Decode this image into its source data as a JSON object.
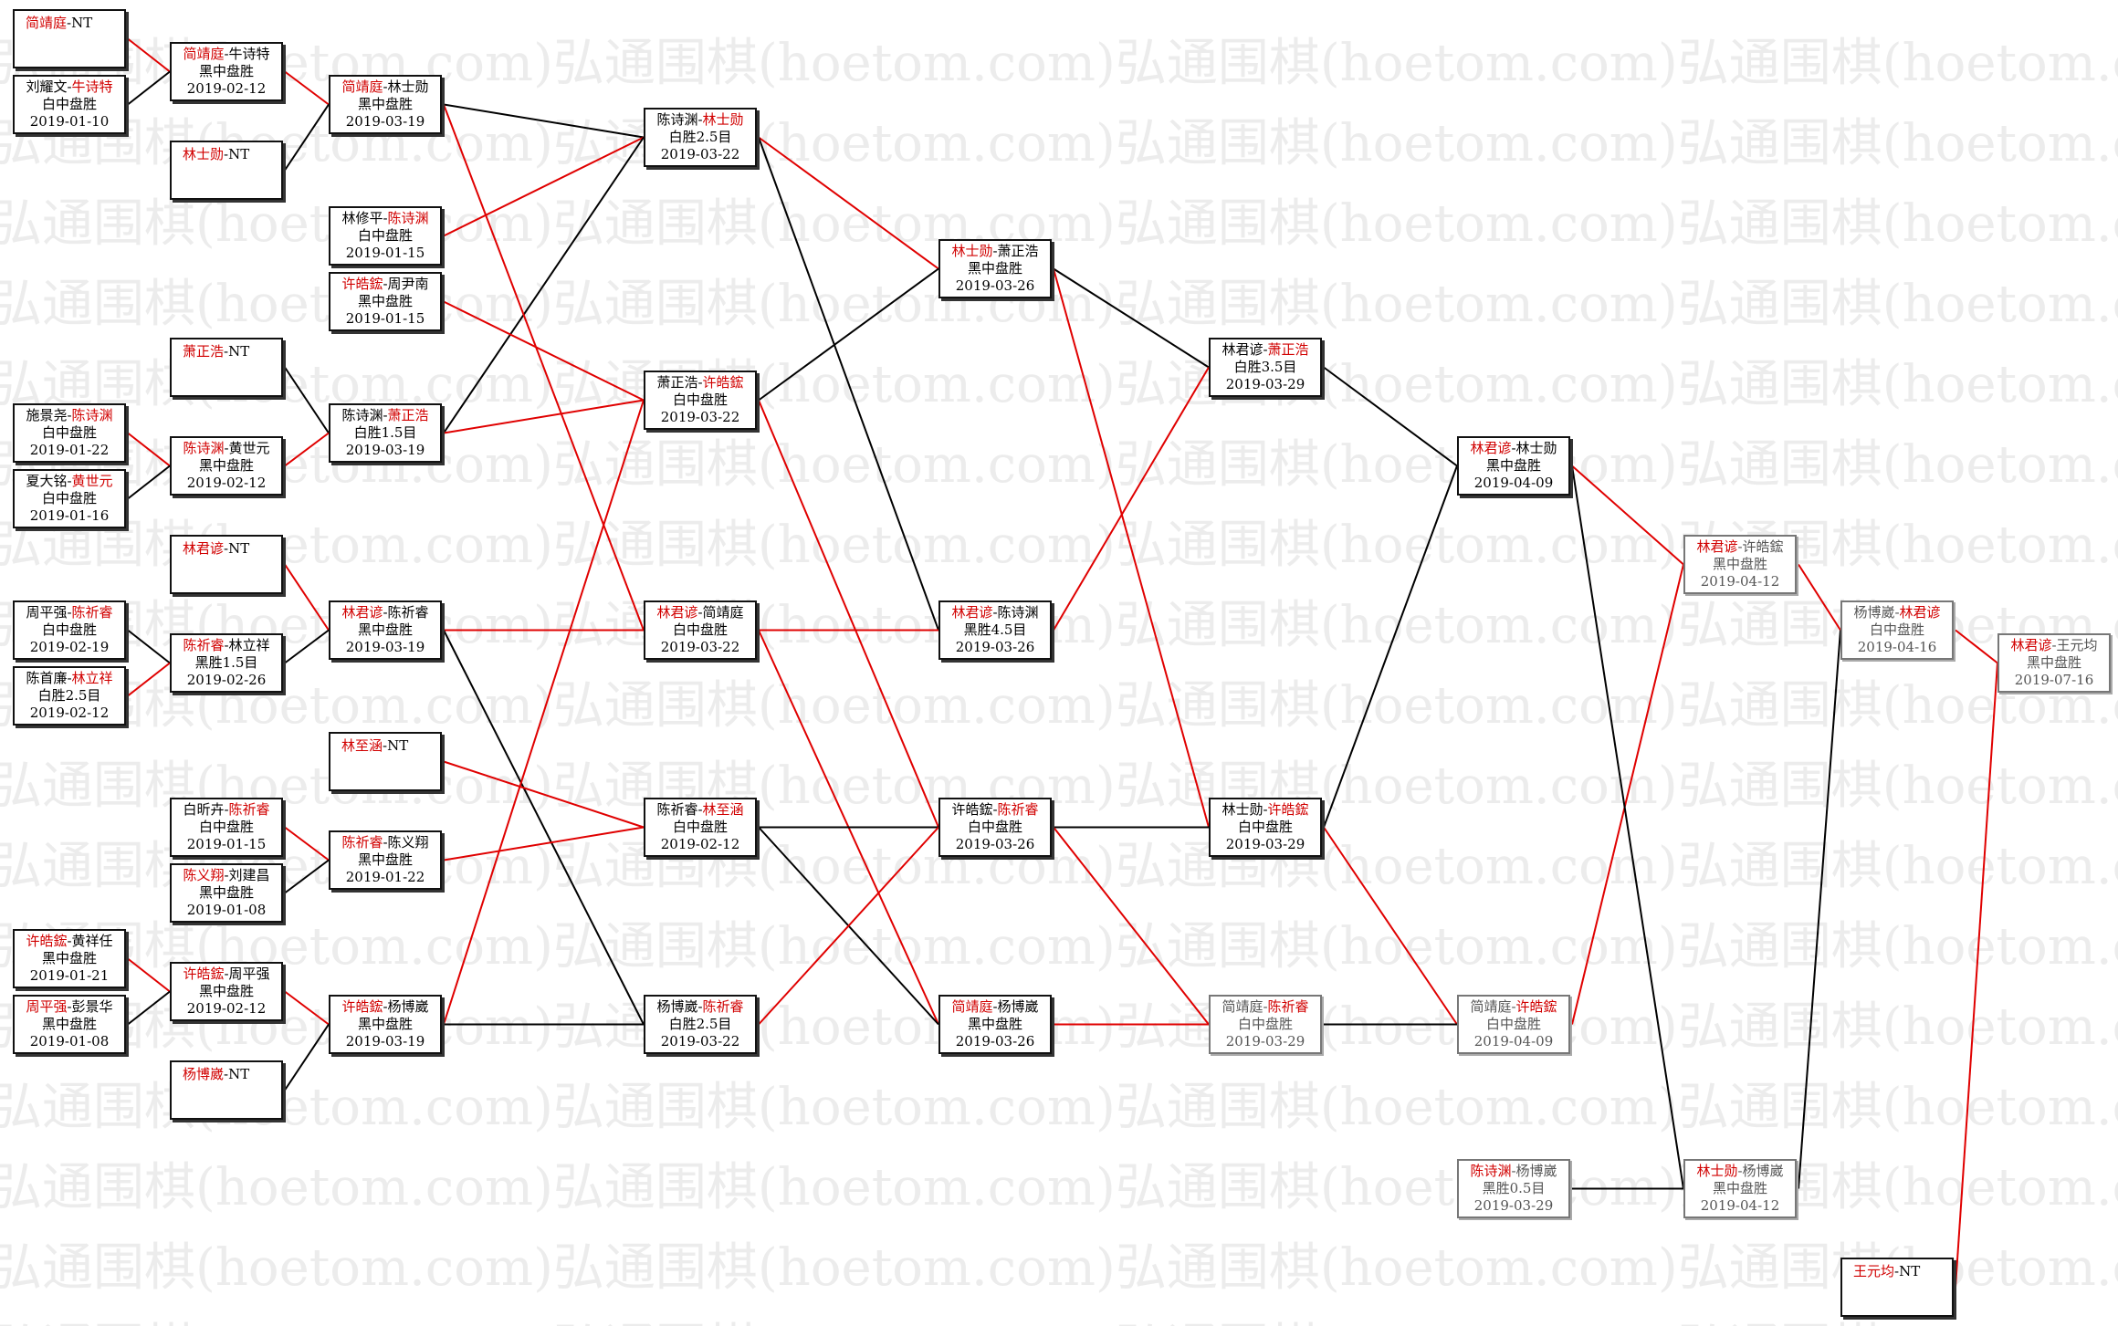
{
  "watermark": "弘通围棋(hoetom.com)",
  "colors": {
    "winner": "#d10000",
    "win_line": "#e00000",
    "lose_line": "#000000"
  },
  "nodes": [
    {
      "id": "a1",
      "p1": "简靖庭",
      "p2": "NT",
      "w": 1
    },
    {
      "id": "a2",
      "p1": "刘耀文",
      "p2": "牛诗特",
      "w": 2,
      "res": "白中盘胜",
      "date": "2019-01-10"
    },
    {
      "id": "a3",
      "p1": "施景尧",
      "p2": "陈诗渊",
      "w": 2,
      "res": "白中盘胜",
      "date": "2019-01-22"
    },
    {
      "id": "a4",
      "p1": "夏大铭",
      "p2": "黄世元",
      "w": 2,
      "res": "白中盘胜",
      "date": "2019-01-16"
    },
    {
      "id": "a5",
      "p1": "周平强",
      "p2": "陈祈睿",
      "w": 2,
      "res": "白中盘胜",
      "date": "2019-02-19"
    },
    {
      "id": "a6",
      "p1": "陈首廉",
      "p2": "林立祥",
      "w": 2,
      "res": "白胜2.5目",
      "date": "2019-02-12"
    },
    {
      "id": "a7",
      "p1": "许皓鋐",
      "p2": "黄祥任",
      "w": 1,
      "res": "黑中盘胜",
      "date": "2019-01-21"
    },
    {
      "id": "a8",
      "p1": "周平强",
      "p2": "彭景华",
      "w": 1,
      "res": "黑中盘胜",
      "date": "2019-01-08"
    },
    {
      "id": "b1",
      "p1": "简靖庭",
      "p2": "牛诗特",
      "w": 1,
      "res": "黑中盘胜",
      "date": "2019-02-12"
    },
    {
      "id": "b2",
      "p1": "林士勋",
      "p2": "NT",
      "w": 1
    },
    {
      "id": "b3",
      "p1": "萧正浩",
      "p2": "NT",
      "w": 1
    },
    {
      "id": "b4",
      "p1": "陈诗渊",
      "p2": "黄世元",
      "w": 1,
      "res": "黑中盘胜",
      "date": "2019-02-12"
    },
    {
      "id": "b5",
      "p1": "林君谚",
      "p2": "NT",
      "w": 1
    },
    {
      "id": "b6",
      "p1": "陈祈睿",
      "p2": "林立祥",
      "w": 1,
      "res": "黑胜1.5目",
      "date": "2019-02-26"
    },
    {
      "id": "b7",
      "p1": "白昕卉",
      "p2": "陈祈睿",
      "w": 2,
      "res": "白中盘胜",
      "date": "2019-01-15"
    },
    {
      "id": "b8",
      "p1": "陈义翔",
      "p2": "刘建昌",
      "w": 1,
      "res": "黑中盘胜",
      "date": "2019-01-08"
    },
    {
      "id": "b9",
      "p1": "许皓鋐",
      "p2": "周平强",
      "w": 1,
      "res": "黑中盘胜",
      "date": "2019-02-12"
    },
    {
      "id": "b10",
      "p1": "杨博崴",
      "p2": "NT",
      "w": 1
    },
    {
      "id": "c1",
      "p1": "简靖庭",
      "p2": "林士勋",
      "w": 1,
      "res": "黑中盘胜",
      "date": "2019-03-19"
    },
    {
      "id": "c2",
      "p1": "林修平",
      "p2": "陈诗渊",
      "w": 2,
      "res": "白中盘胜",
      "date": "2019-01-15"
    },
    {
      "id": "c3",
      "p1": "许皓鋐",
      "p2": "周尹南",
      "w": 1,
      "res": "黑中盘胜",
      "date": "2019-01-15"
    },
    {
      "id": "c4",
      "p1": "陈诗渊",
      "p2": "萧正浩",
      "w": 2,
      "res": "白胜1.5目",
      "date": "2019-03-19"
    },
    {
      "id": "c5",
      "p1": "林君谚",
      "p2": "陈祈睿",
      "w": 1,
      "res": "黑中盘胜",
      "date": "2019-03-19"
    },
    {
      "id": "c6",
      "p1": "林至涵",
      "p2": "NT",
      "w": 1
    },
    {
      "id": "c7",
      "p1": "陈祈睿",
      "p2": "陈义翔",
      "w": 1,
      "res": "黑中盘胜",
      "date": "2019-01-22"
    },
    {
      "id": "c8",
      "p1": "许皓鋐",
      "p2": "杨博崴",
      "w": 1,
      "res": "黑中盘胜",
      "date": "2019-03-19"
    },
    {
      "id": "d1",
      "p1": "陈诗渊",
      "p2": "林士勋",
      "w": 2,
      "res": "白胜2.5目",
      "date": "2019-03-22"
    },
    {
      "id": "d2",
      "p1": "萧正浩",
      "p2": "许皓鋐",
      "w": 2,
      "res": "白中盘胜",
      "date": "2019-03-22"
    },
    {
      "id": "d3",
      "p1": "林君谚",
      "p2": "简靖庭",
      "w": 1,
      "res": "白中盘胜",
      "date": "2019-03-22"
    },
    {
      "id": "d4",
      "p1": "陈祈睿",
      "p2": "林至涵",
      "w": 2,
      "res": "白中盘胜",
      "date": "2019-02-12"
    },
    {
      "id": "d5",
      "p1": "杨博崴",
      "p2": "陈祈睿",
      "w": 2,
      "res": "白胜2.5目",
      "date": "2019-03-22"
    },
    {
      "id": "e1",
      "p1": "林士勋",
      "p2": "萧正浩",
      "w": 1,
      "res": "黑中盘胜",
      "date": "2019-03-26"
    },
    {
      "id": "e2",
      "p1": "林君谚",
      "p2": "陈诗渊",
      "w": 1,
      "res": "黑胜4.5目",
      "date": "2019-03-26"
    },
    {
      "id": "e3",
      "p1": "许皓鋐",
      "p2": "陈祈睿",
      "w": 2,
      "res": "白中盘胜",
      "date": "2019-03-26"
    },
    {
      "id": "e4",
      "p1": "简靖庭",
      "p2": "杨博崴",
      "w": 1,
      "res": "黑中盘胜",
      "date": "2019-03-26"
    },
    {
      "id": "f1",
      "p1": "林君谚",
      "p2": "萧正浩",
      "w": 2,
      "res": "白胜3.5目",
      "date": "2019-03-29"
    },
    {
      "id": "f2",
      "p1": "林士勋",
      "p2": "许皓鋐",
      "w": 2,
      "res": "白中盘胜",
      "date": "2019-03-29"
    },
    {
      "id": "f3",
      "p1": "简靖庭",
      "p2": "陈祈睿",
      "w": 2,
      "res": "白中盘胜",
      "date": "2019-03-29",
      "gray": true
    },
    {
      "id": "g1",
      "p1": "林君谚",
      "p2": "林士勋",
      "w": 1,
      "res": "黑中盘胜",
      "date": "2019-04-09"
    },
    {
      "id": "g2",
      "p1": "简靖庭",
      "p2": "许皓鋐",
      "w": 2,
      "res": "白中盘胜",
      "date": "2019-04-09",
      "gray": true
    },
    {
      "id": "g3",
      "p1": "陈诗渊",
      "p2": "杨博崴",
      "w": 1,
      "res": "黑胜0.5目",
      "date": "2019-03-29",
      "gray": true
    },
    {
      "id": "h1",
      "p1": "林君谚",
      "p2": "许皓鋐",
      "w": 1,
      "res": "黑中盘胜",
      "date": "2019-04-12",
      "gray": true
    },
    {
      "id": "h2",
      "p1": "林士勋",
      "p2": "杨博崴",
      "w": 1,
      "res": "黑中盘胜",
      "date": "2019-04-12",
      "gray": true
    },
    {
      "id": "i1",
      "p1": "杨博崴",
      "p2": "林君谚",
      "w": 2,
      "res": "白中盘胜",
      "date": "2019-04-16",
      "gray": true
    },
    {
      "id": "j1",
      "p1": "林君谚",
      "p2": "王元均",
      "w": 1,
      "res": "黑中盘胜",
      "date": "2019-07-16",
      "gray": true
    },
    {
      "id": "j2",
      "p1": "王元均",
      "p2": "NT",
      "w": 1
    }
  ]
}
